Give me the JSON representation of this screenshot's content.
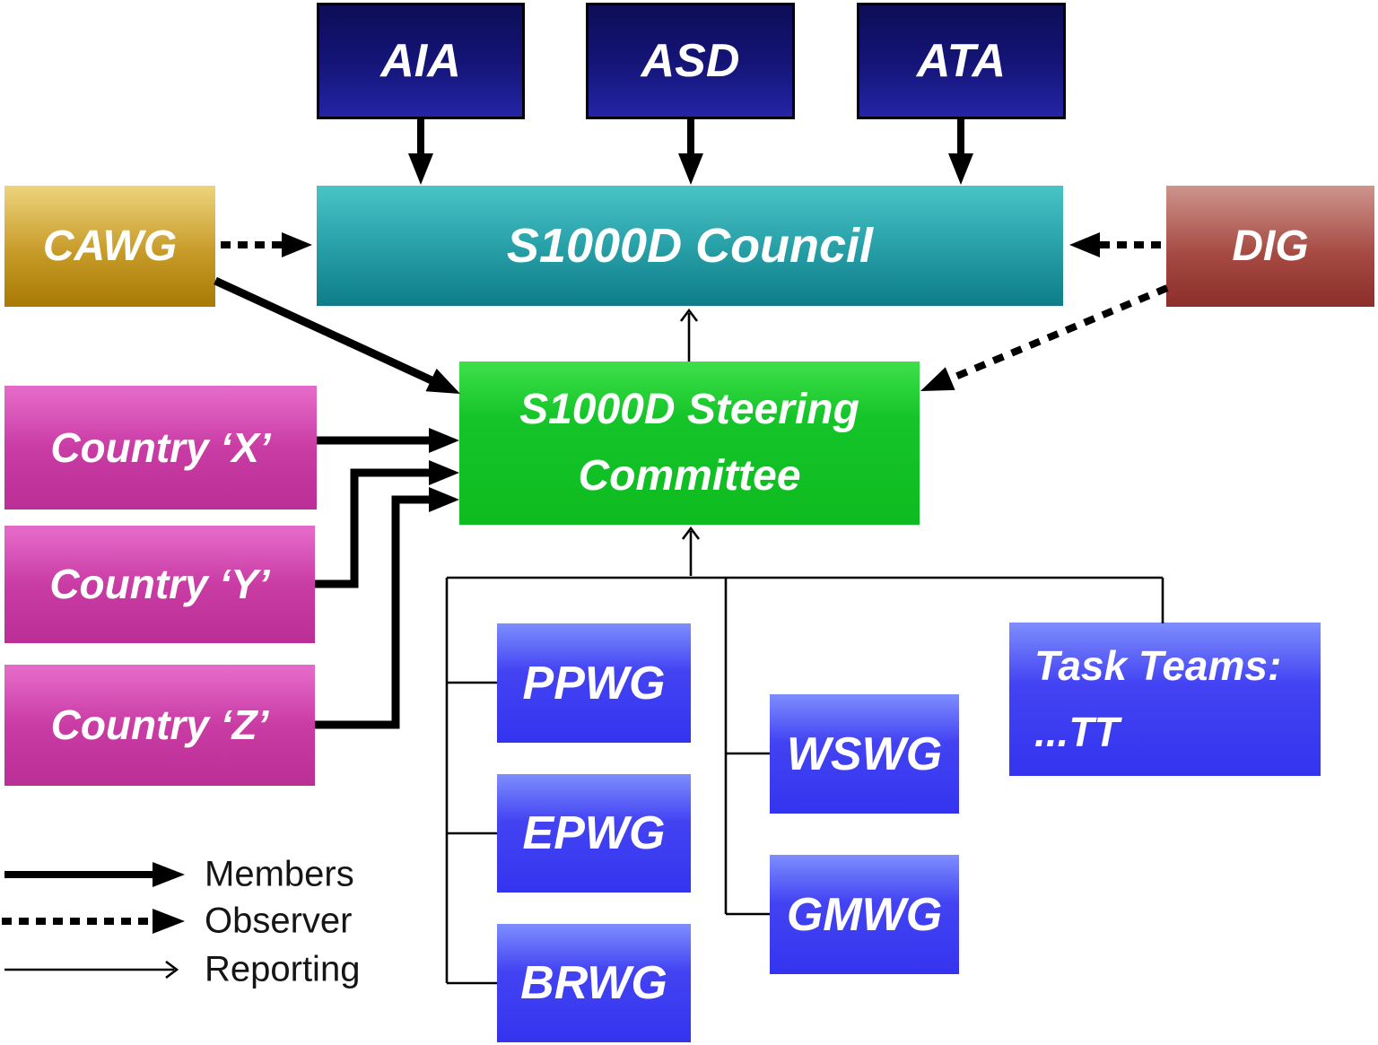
{
  "diagram": {
    "top_boxes": [
      {
        "label": "AIA"
      },
      {
        "label": "ASD"
      },
      {
        "label": "ATA"
      }
    ],
    "council": {
      "label": "S1000D Council"
    },
    "cawg": {
      "label": "CAWG"
    },
    "dig": {
      "label": "DIG"
    },
    "steering": {
      "label": "S1000D Steering\nCommittee"
    },
    "countries": [
      {
        "label": "Country ‘X’"
      },
      {
        "label": "Country ‘Y’"
      },
      {
        "label": "Country ‘Z’"
      }
    ],
    "working_groups_left": [
      {
        "label": "PPWG"
      },
      {
        "label": "EPWG"
      },
      {
        "label": "BRWG"
      }
    ],
    "working_groups_mid": [
      {
        "label": "WSWG"
      },
      {
        "label": "GMWG"
      }
    ],
    "task_teams": {
      "label": "Task Teams:\n...TT"
    },
    "legend": [
      {
        "style": "solid-thick-arrow",
        "label": "Members"
      },
      {
        "style": "dashed-thick-arrow",
        "label": "Observer"
      },
      {
        "style": "thin-arrow",
        "label": "Reporting"
      }
    ],
    "colors": {
      "association_box_top": "#0d0d58",
      "association_box_bottom": "#2424a6",
      "council_top": "#48c4c6",
      "council_bottom": "#0e7d89",
      "cawg_top": "#eed47e",
      "cawg_bottom": "#a87a04",
      "dig_top": "#cd958e",
      "dig_bottom": "#8c2e2a",
      "steering_top": "#3fe04a",
      "steering_bottom": "#0ebc20",
      "country_top": "#e468c8",
      "country_bottom": "#ba2e95",
      "working_group_top": "#7e8efd",
      "working_group_bottom": "#3434ef",
      "connector": "#000000",
      "text_on_boxes": "#ffffff",
      "legend_text": "#151515"
    }
  }
}
